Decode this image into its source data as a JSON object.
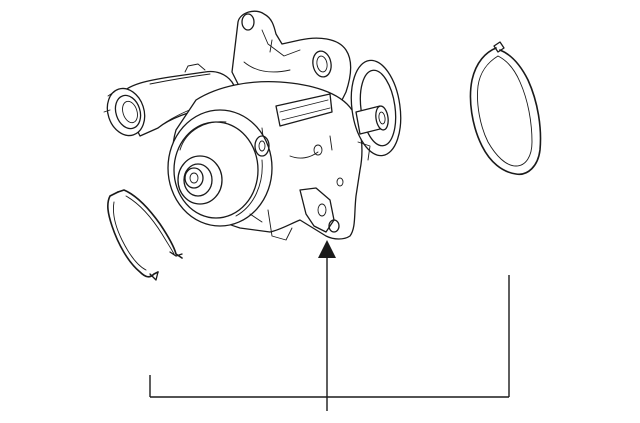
{
  "diagram": {
    "parts": [
      {
        "id": "water-pump",
        "icon": "water-pump-assembly-drawing"
      },
      {
        "id": "left-gasket",
        "icon": "pump-gasket-drawing"
      },
      {
        "id": "right-gasket",
        "icon": "seal-ring-drawing"
      }
    ],
    "callout": {
      "icon": "leader-bracket-with-arrow"
    },
    "colors": {
      "line": "#1a1a1a",
      "background": "#ffffff"
    }
  }
}
